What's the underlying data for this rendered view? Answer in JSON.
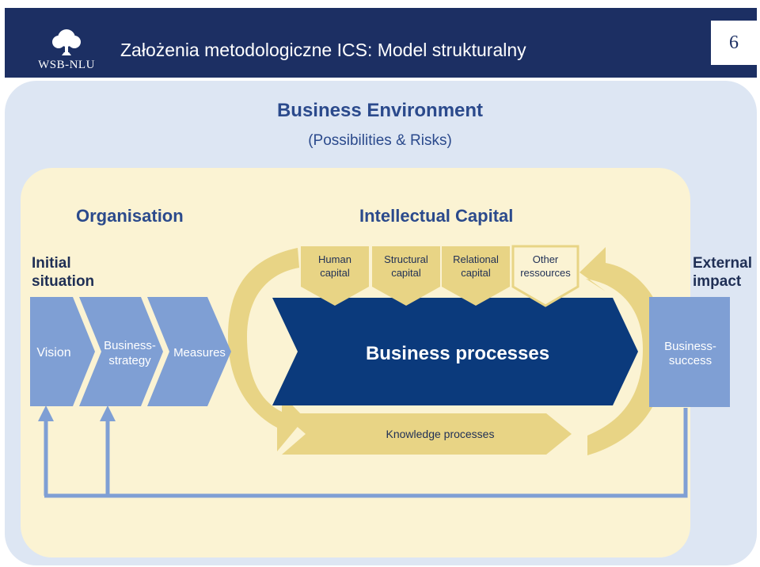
{
  "header": {
    "logo_text": "WSB-NLU",
    "title": "Założenia metodologiczne ICS: Model strukturalny",
    "page_number": "6"
  },
  "diagram": {
    "env_title": "Business Environment",
    "env_subtitle": "(Possibilities & Risks)",
    "organisation": "Organisation",
    "intellectual_capital": "Intellectual Capital",
    "initial_situation": [
      "Initial",
      "situation"
    ],
    "external_impact": [
      "External",
      "impact"
    ],
    "chevrons": [
      "Vision",
      [
        "Business-",
        "strategy"
      ],
      "Measures"
    ],
    "capitals": [
      [
        "Human",
        "capital"
      ],
      [
        "Structural",
        "capital"
      ],
      [
        "Relational",
        "capital"
      ],
      [
        "Other",
        "ressources"
      ]
    ],
    "business_processes": "Business processes",
    "business_success": [
      "Business-",
      "success"
    ],
    "knowledge_processes": "Knowledge processes"
  },
  "colors": {
    "header_bg": "#1c2f63",
    "env_bg": "#dde6f3",
    "org_bg": "#fbf3d3",
    "gold": "#e8d485",
    "navy": "#0b3a7c",
    "chevron_blue": "#7f9fd4",
    "title_blue": "#2b4a8c"
  }
}
